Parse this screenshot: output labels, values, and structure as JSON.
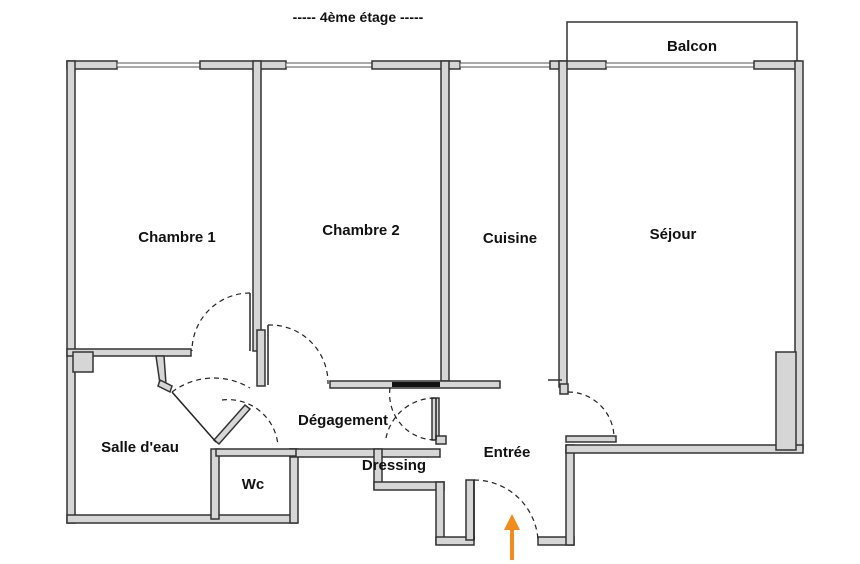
{
  "floor": {
    "title": "-----  4ème étage  -----"
  },
  "rooms": {
    "balcon": "Balcon",
    "chambre1": "Chambre 1",
    "chambre2": "Chambre 2",
    "cuisine": "Cuisine",
    "sejour": "Séjour",
    "salle_eau": "Salle d'eau",
    "degagement": "Dégagement",
    "dressing": "Dressing",
    "entree": "Entrée",
    "wc": "Wc"
  },
  "colors": {
    "wall_fill": "#d6d6d6",
    "wall_outline": "#333333",
    "entrance_arrow": "#f28c1c"
  },
  "icons": {
    "entrance": "arrow-up-icon"
  }
}
